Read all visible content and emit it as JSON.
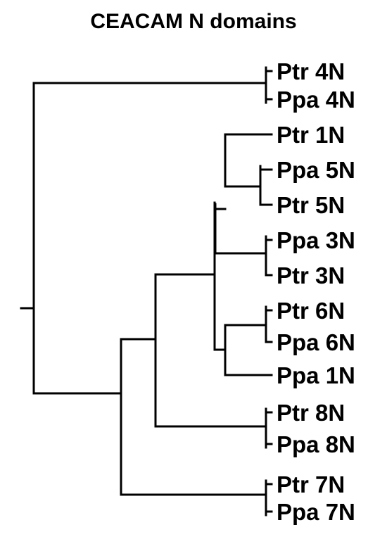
{
  "title": "CEACAM N domains",
  "leaves": [
    "Ptr 4N",
    "Ppa 4N",
    "Ptr 1N",
    "Ppa 5N",
    "Ptr 5N",
    "Ppa 3N",
    "Ptr 3N",
    "Ptr 6N",
    "Ppa 6N",
    "Ppa 1N",
    "Ptr 8N",
    "Ppa 8N",
    "Ptr 7N",
    "Ppa 7N"
  ],
  "line_color": "#000000"
}
